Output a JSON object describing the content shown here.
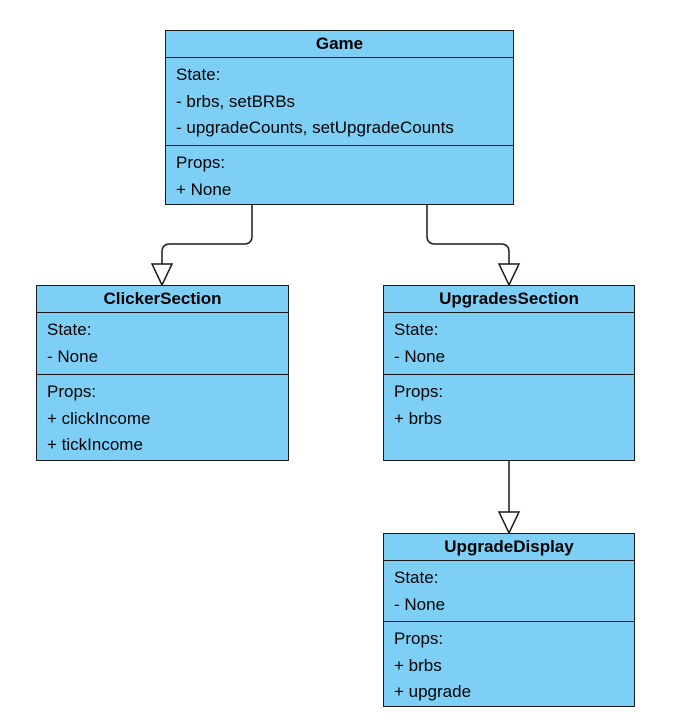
{
  "colors": {
    "box_fill": "#7dcff5",
    "border": "#1a1a1a",
    "connector": "#1a1a1a",
    "arrow_fill": "#ffffff"
  },
  "classes": {
    "game": {
      "title": "Game",
      "state_label": "State:",
      "state_items": [
        "- brbs, setBRBs",
        "- upgradeCounts, setUpgradeCounts"
      ],
      "props_label": "Props:",
      "props_items": [
        "+ None"
      ]
    },
    "clicker_section": {
      "title": "ClickerSection",
      "state_label": "State:",
      "state_items": [
        "- None"
      ],
      "props_label": "Props:",
      "props_items": [
        "+ clickIncome",
        "+ tickIncome"
      ]
    },
    "upgrades_section": {
      "title": "UpgradesSection",
      "state_label": "State:",
      "state_items": [
        "- None"
      ],
      "props_label": "Props:",
      "props_items": [
        "+ brbs"
      ]
    },
    "upgrade_display": {
      "title": "UpgradeDisplay",
      "state_label": "State:",
      "state_items": [
        "- None"
      ],
      "props_label": "Props:",
      "props_items": [
        "+ brbs",
        "+ upgrade"
      ]
    }
  },
  "edges": [
    {
      "from": "Game",
      "to": "ClickerSection",
      "arrowhead": "hollow-triangle"
    },
    {
      "from": "Game",
      "to": "UpgradesSection",
      "arrowhead": "hollow-triangle"
    },
    {
      "from": "UpgradesSection",
      "to": "UpgradeDisplay",
      "arrowhead": "hollow-triangle"
    }
  ]
}
